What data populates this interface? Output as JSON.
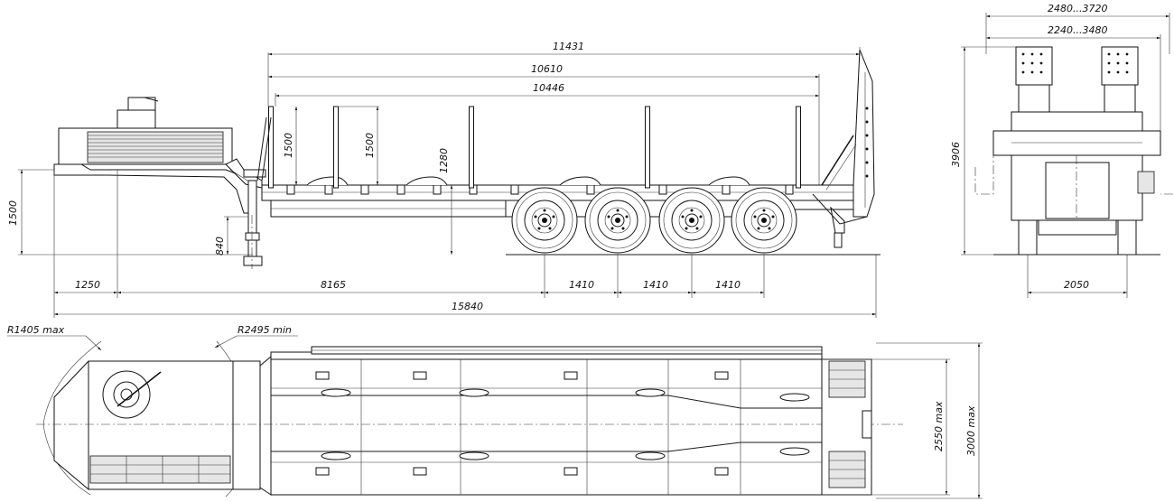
{
  "side_view": {
    "dims": {
      "d11431": "11431",
      "d10610": "10610",
      "d10446": "10446",
      "h1500_a": "1500",
      "h1500_b": "1500",
      "h1280": "1280",
      "h1500_left": "1500",
      "h840": "840",
      "l1250": "1250",
      "l8165": "8165",
      "axle1": "1410",
      "axle2": "1410",
      "axle3": "1410",
      "total": "15840"
    }
  },
  "rear_view": {
    "dims": {
      "w_outer": "2480...3720",
      "w_inner": "2240...3480",
      "height": "3906",
      "track": "2050"
    }
  },
  "top_view": {
    "dims": {
      "r_turn": "R1405 max",
      "r_min": "R2495 min",
      "w2550": "2550 max",
      "w3000": "3000 max"
    }
  }
}
